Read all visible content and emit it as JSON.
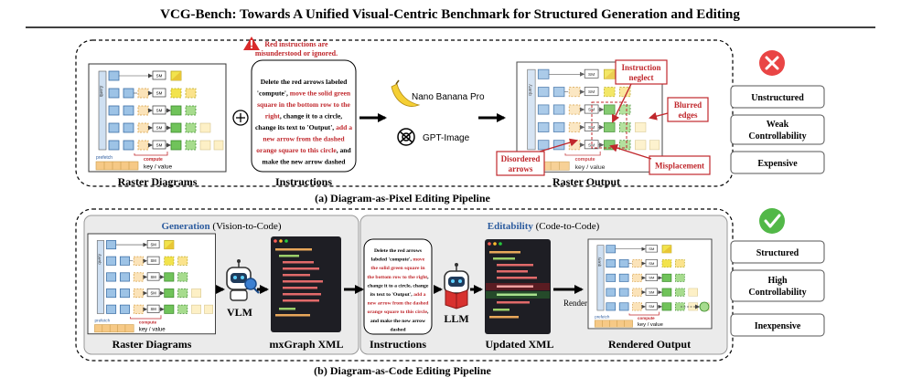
{
  "title": "VCG-Bench: Towards A Unified Visual-Centric Benchmark for Structured Generation and Editing",
  "top": {
    "caption": "(a)  Diagram-as-Pixel Editing Pipeline",
    "raster_label": "Raster Diagrams",
    "warning_line1": "Red instructions are",
    "warning_line2": "misunderstood or ignored.",
    "instr_lines": [
      {
        "segs": [
          {
            "t": "Delete the red arrows labeled",
            "r": false
          }
        ]
      },
      {
        "segs": [
          {
            "t": "'compute', ",
            "r": false
          },
          {
            "t": "move the solid green",
            "r": true
          }
        ]
      },
      {
        "segs": [
          {
            "t": "square in the bottom row to the",
            "r": true
          }
        ]
      },
      {
        "segs": [
          {
            "t": "right",
            "r": true
          },
          {
            "t": ", change it to a circle,",
            "r": false
          }
        ]
      },
      {
        "segs": [
          {
            "t": "change its text to 'Output', ",
            "r": false
          },
          {
            "t": "add a",
            "r": true
          }
        ]
      },
      {
        "segs": [
          {
            "t": "new arrow from the dashed",
            "r": true
          }
        ]
      },
      {
        "segs": [
          {
            "t": "orange square to this circle",
            "r": true
          },
          {
            "t": ", and",
            "r": false
          }
        ]
      },
      {
        "segs": [
          {
            "t": "make the new arrow dashed",
            "r": false
          }
        ]
      }
    ],
    "instr_label": "Instructions",
    "model1": "Nano Banana Pro",
    "model2": "GPT-Image",
    "output_label": "Raster Output",
    "errors": {
      "neglect1": "Instruction",
      "neglect2": "neglect",
      "blur1": "Blurred",
      "blur2": "edges",
      "disorder1": "Disordered",
      "disorder2": "arrows",
      "misplace": "Misplacement"
    },
    "verdicts": [
      "Unstructured",
      "Weak",
      "Controllability",
      "Expensive"
    ]
  },
  "bottom": {
    "caption": "(b) Diagram-as-Code Editing Pipeline",
    "gen_title_bold": "Generation",
    "gen_title_rest": " (Vision-to-Code)",
    "edit_title_bold": "Editability",
    "edit_title_rest": " (Code-to-Code)",
    "raster_label": "Raster Diagrams",
    "vlm": "VLM",
    "xml_label": "mxGraph XML",
    "instr_lines": [
      {
        "segs": [
          {
            "t": "Delete the red arrows",
            "r": false
          }
        ]
      },
      {
        "segs": [
          {
            "t": "labeled 'compute', ",
            "r": false
          },
          {
            "t": "move",
            "r": true
          }
        ]
      },
      {
        "segs": [
          {
            "t": "the solid green square in",
            "r": true
          }
        ]
      },
      {
        "segs": [
          {
            "t": "the bottom row to the right",
            "r": true
          },
          {
            "t": ",",
            "r": false
          }
        ]
      },
      {
        "segs": [
          {
            "t": "change it to a circle, change",
            "r": false
          }
        ]
      },
      {
        "segs": [
          {
            "t": "its text to 'Output', ",
            "r": false
          },
          {
            "t": "add a",
            "r": true
          }
        ]
      },
      {
        "segs": [
          {
            "t": "new arrow from the dashed",
            "r": true
          }
        ]
      },
      {
        "segs": [
          {
            "t": "orange square to this circle",
            "r": true
          },
          {
            "t": ",",
            "r": false
          }
        ]
      },
      {
        "segs": [
          {
            "t": "and make the new arrow",
            "r": false
          }
        ]
      },
      {
        "segs": [
          {
            "t": "dashed",
            "r": false
          }
        ]
      }
    ],
    "instr_label": "Instructions",
    "llm": "LLM",
    "updated_label": "Updated XML",
    "render": "Render",
    "rendered_label": "Rendered Output",
    "verdicts": [
      "Structured",
      "High",
      "Controllability",
      "Inexpensive"
    ]
  },
  "diagram": {
    "query": "query",
    "prefetch": "prefetch",
    "compute": "compute",
    "sm": "SM",
    "key_value": "key / value"
  },
  "colors": {
    "blue": "#9dc3e6",
    "green": "#70c35a",
    "orange": "#f6c986",
    "yellow": "#f2e34c",
    "red": "#c0282d",
    "title_blue": "#2e5d9f",
    "check": "#52b848",
    "cross": "#e94545"
  },
  "icons": [
    "warning-icon",
    "plus-circle-icon",
    "banana-icon",
    "openai-icon",
    "robot-icon",
    "magnifier-icon",
    "book-icon",
    "cross-icon",
    "check-icon"
  ]
}
